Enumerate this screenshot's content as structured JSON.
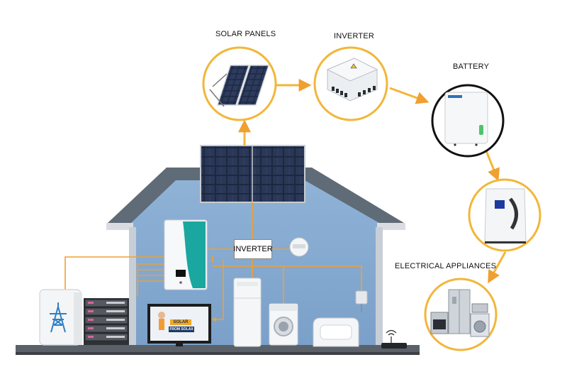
{
  "labels": {
    "solar_panels": "SOLAR PANELS",
    "inverter_top": "INVERTER",
    "battery": "BATTERY",
    "electrical_appliances": "ELECTRICAL APPLIANCES",
    "inverter_house": "INVERTER"
  },
  "tv_screen": {
    "line1": "SOLAR",
    "line2": "FROM SOLAX"
  },
  "colors": {
    "house_wall": "#8fb2d6",
    "house_roof": "#6f7b86",
    "flow_line": "#f0a030",
    "circle_border": "#f2b63a",
    "battery_circle": "#111111",
    "panel_cell": "#1f2a3f",
    "inverter_teal": "#1aa7a0"
  },
  "icons": [
    "transmission-tower-icon",
    "wifi-router-icon"
  ]
}
